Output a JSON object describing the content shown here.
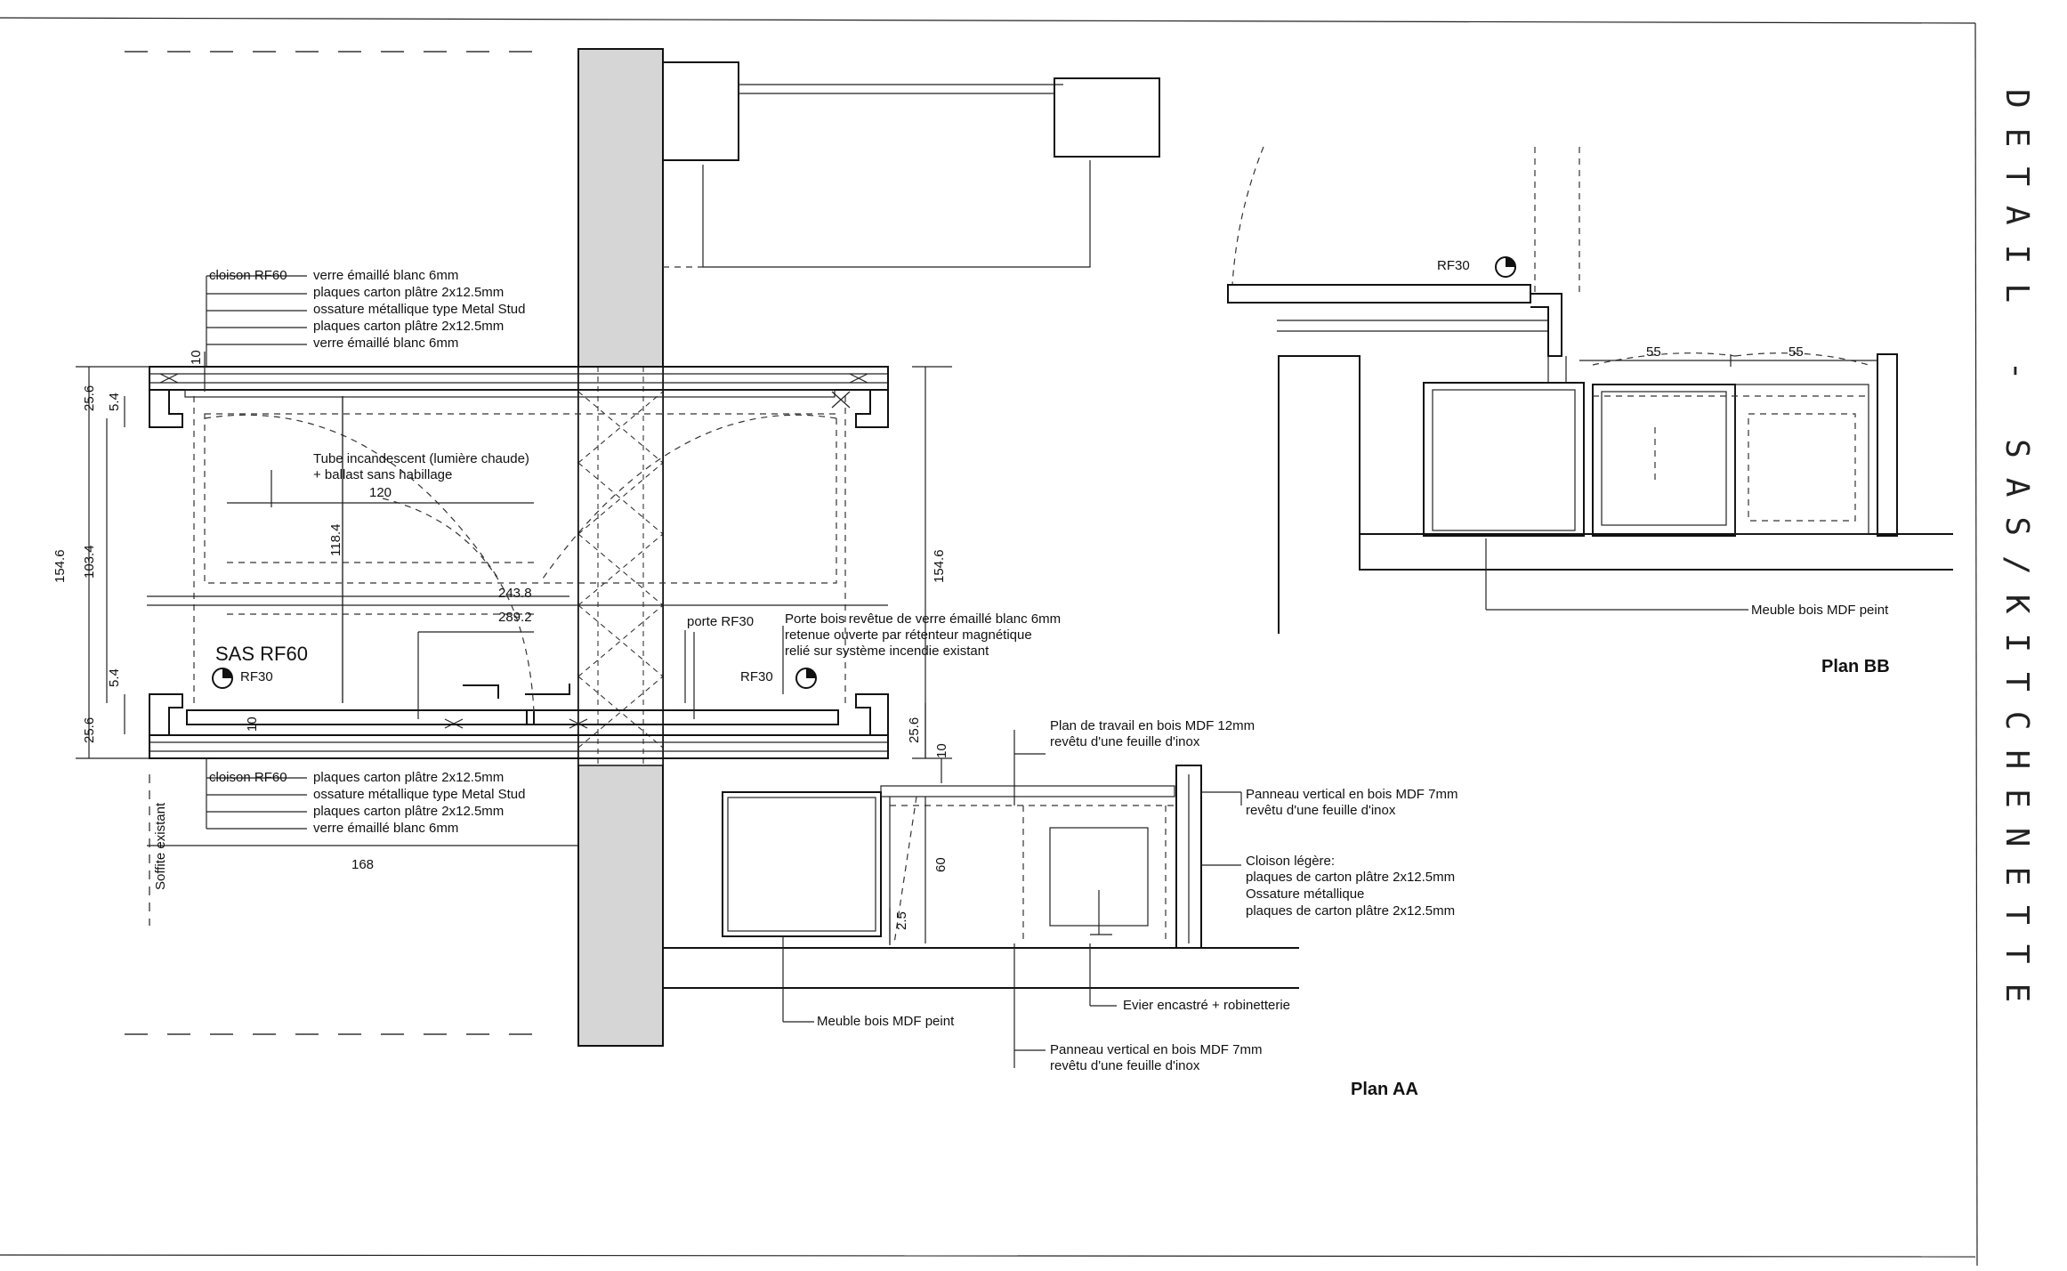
{
  "title": "DETAIL - SAS/KITCHENETTE",
  "plan_aa": {
    "name": "Plan AA",
    "room_label": "SAS RF60",
    "rf_left": "RF30",
    "rf_right": "RF30",
    "porte_label": "porte RF30",
    "porte_note": [
      "Porte bois revêtue de verre émaillé blanc 6mm",
      "retenue ouverte par rétenteur magnétique",
      "relié sur système incendie existant"
    ],
    "tube_note": [
      "Tube incandescent (lumière chaude)",
      "+ ballast sans habillage"
    ],
    "top_wall_label": "cloison RF60",
    "top_wall_layers": [
      "verre émaillé blanc 6mm",
      "plaques carton plâtre 2x12.5mm",
      "ossature métallique type Metal Stud",
      "plaques carton plâtre 2x12.5mm",
      "verre émaillé blanc 6mm"
    ],
    "bottom_wall_label": "cloison RF60",
    "bottom_wall_layers": [
      "plaques carton plâtre 2x12.5mm",
      "ossature métallique type Metal Stud",
      "plaques carton plâtre 2x12.5mm",
      "verre émaillé blanc 6mm"
    ],
    "soffite": "Soffite existant",
    "dims": {
      "d10_top": "10",
      "d25_6_top": "25.6",
      "d5_4_top": "5.4",
      "d154_6_left": "154.6",
      "d103_4": "103.4",
      "d118_4": "118.4",
      "d120": "120",
      "d243_8": "243.8",
      "d289_2": "289.2",
      "d154_6_right": "154.6",
      "d5_4_bottom": "5.4",
      "d25_6_bottom": "25.6",
      "d10_bottom": "10",
      "d25_6_right": "25.6",
      "d10_right": "10",
      "d168": "168",
      "d60": "60",
      "d2_5": "2.5"
    },
    "kitchen_notes": {
      "plan_travail": [
        "Plan de travail en bois MDF 12mm",
        "revêtu d'une feuille d'inox"
      ],
      "panneau_vertical_top": [
        "Panneau vertical en bois MDF 7mm",
        "revêtu d'une feuille d'inox"
      ],
      "cloison_legere": [
        "Cloison légère:",
        "plaques de carton plâtre 2x12.5mm",
        "Ossature métallique",
        "plaques de carton plâtre 2x12.5mm"
      ],
      "evier": "Evier encastré + robinetterie",
      "meuble": "Meuble bois MDF peint",
      "panneau_vertical_bottom": [
        "Panneau vertical en bois MDF 7mm",
        "revêtu d'une feuille d'inox"
      ]
    }
  },
  "plan_bb": {
    "name": "Plan BB",
    "rf": "RF30",
    "dim_left": "55",
    "dim_right": "55",
    "meuble": "Meuble bois MDF peint"
  }
}
